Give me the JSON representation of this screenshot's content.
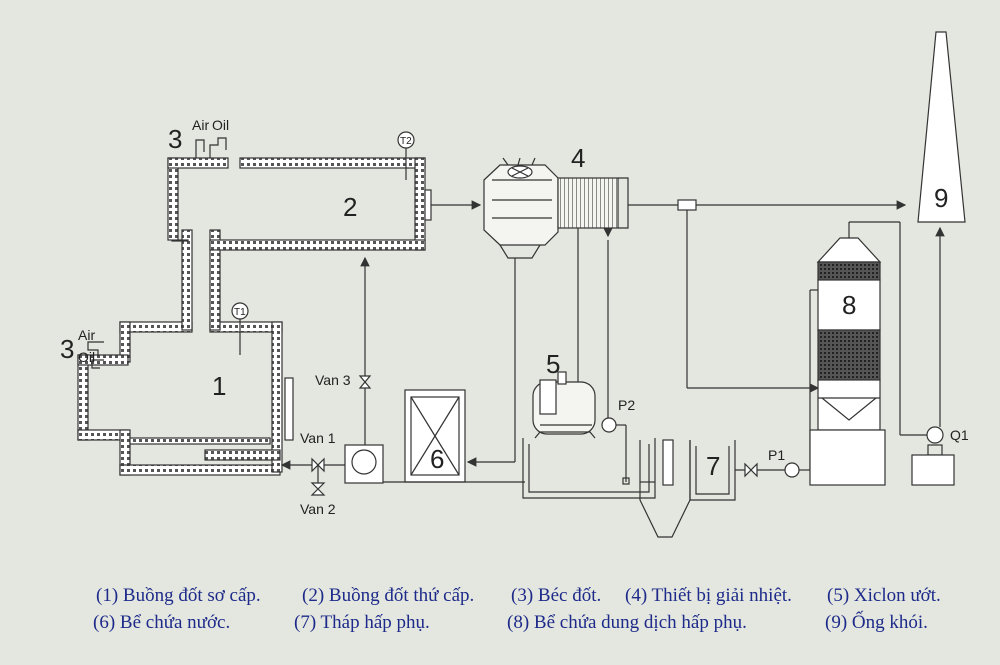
{
  "labels": {
    "n1": "1",
    "n2": "2",
    "n3a": "3",
    "n3b": "3",
    "n4": "4",
    "n5": "5",
    "n6": "6",
    "n7": "7",
    "n8": "8",
    "n9": "9",
    "air_top": "Air",
    "oil_top": "Oil",
    "air_left": "Air",
    "oil_left": "Oil",
    "t1": "T1",
    "t2": "T2",
    "van1": "Van 1",
    "van2": "Van 2",
    "van3": "Van 3",
    "p1": "P1",
    "p2": "P2",
    "q1": "Q1"
  },
  "legend": {
    "l1": "(1) Buồng đốt sơ cấp.",
    "l2": "(2) Buồng đốt thứ cấp.",
    "l3": "(3) Béc đốt.",
    "l4": "(4) Thiết bị giải nhiệt.",
    "l5": "(5) Xiclon ướt.",
    "l6": "(6) Bể chứa nước.",
    "l7": "(7) Tháp hấp phụ.",
    "l8": "(8) Bể chứa dung dịch hấp phụ.",
    "l9": "(9) Ống khói."
  },
  "colors": {
    "background": "#e4e7df",
    "line": "#333333",
    "legend_text": "#1d2a8a"
  }
}
